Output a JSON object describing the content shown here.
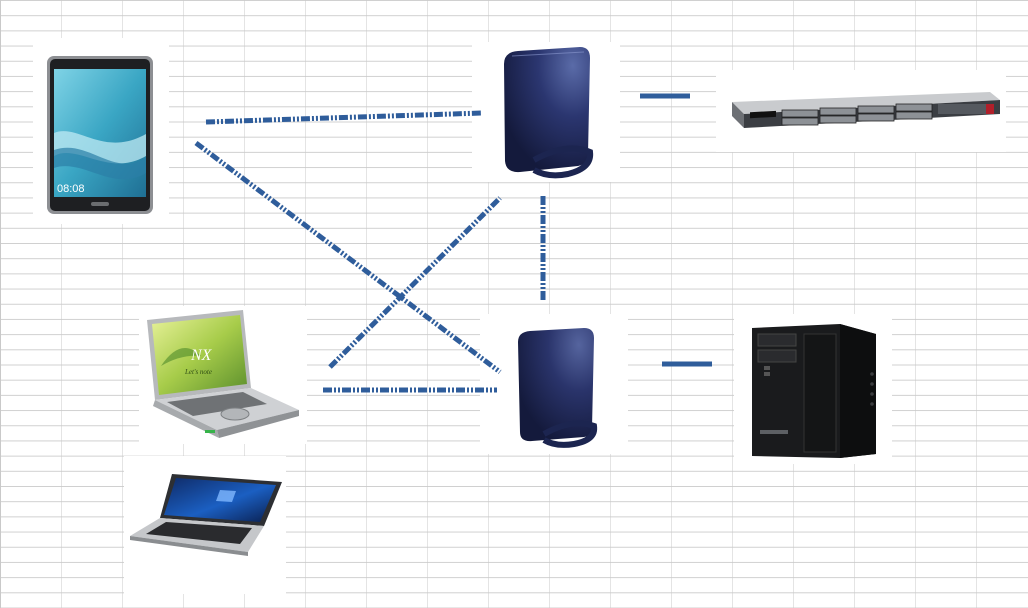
{
  "colors": {
    "link": "#2f5d9b",
    "wired": "#2f5d9b",
    "router": "#1c2550",
    "sheet_grid": "#c9c9c9"
  },
  "devices": [
    {
      "id": "tablet",
      "icon": "tablet-icon",
      "screen_time": "08:08"
    },
    {
      "id": "router-top",
      "icon": "wifi-router-icon"
    },
    {
      "id": "server",
      "icon": "rack-server-icon"
    },
    {
      "id": "laptop",
      "icon": "laptop-icon",
      "screen_logo": "NX",
      "screen_brand": "Let's note"
    },
    {
      "id": "router-bottom",
      "icon": "wifi-router-icon"
    },
    {
      "id": "desktop",
      "icon": "desktop-tower-icon"
    },
    {
      "id": "mini-laptop",
      "icon": "mini-laptop-icon"
    }
  ],
  "links": [
    {
      "from": "tablet",
      "to": "router-top",
      "style": "wireless"
    },
    {
      "from": "tablet",
      "to": "router-bottom",
      "style": "wireless"
    },
    {
      "from": "laptop",
      "to": "router-top",
      "style": "wireless"
    },
    {
      "from": "laptop",
      "to": "router-bottom",
      "style": "wireless"
    },
    {
      "from": "router-top",
      "to": "router-bottom",
      "style": "wireless"
    },
    {
      "from": "router-top",
      "to": "server",
      "style": "wired"
    },
    {
      "from": "router-bottom",
      "to": "desktop",
      "style": "wired"
    }
  ]
}
